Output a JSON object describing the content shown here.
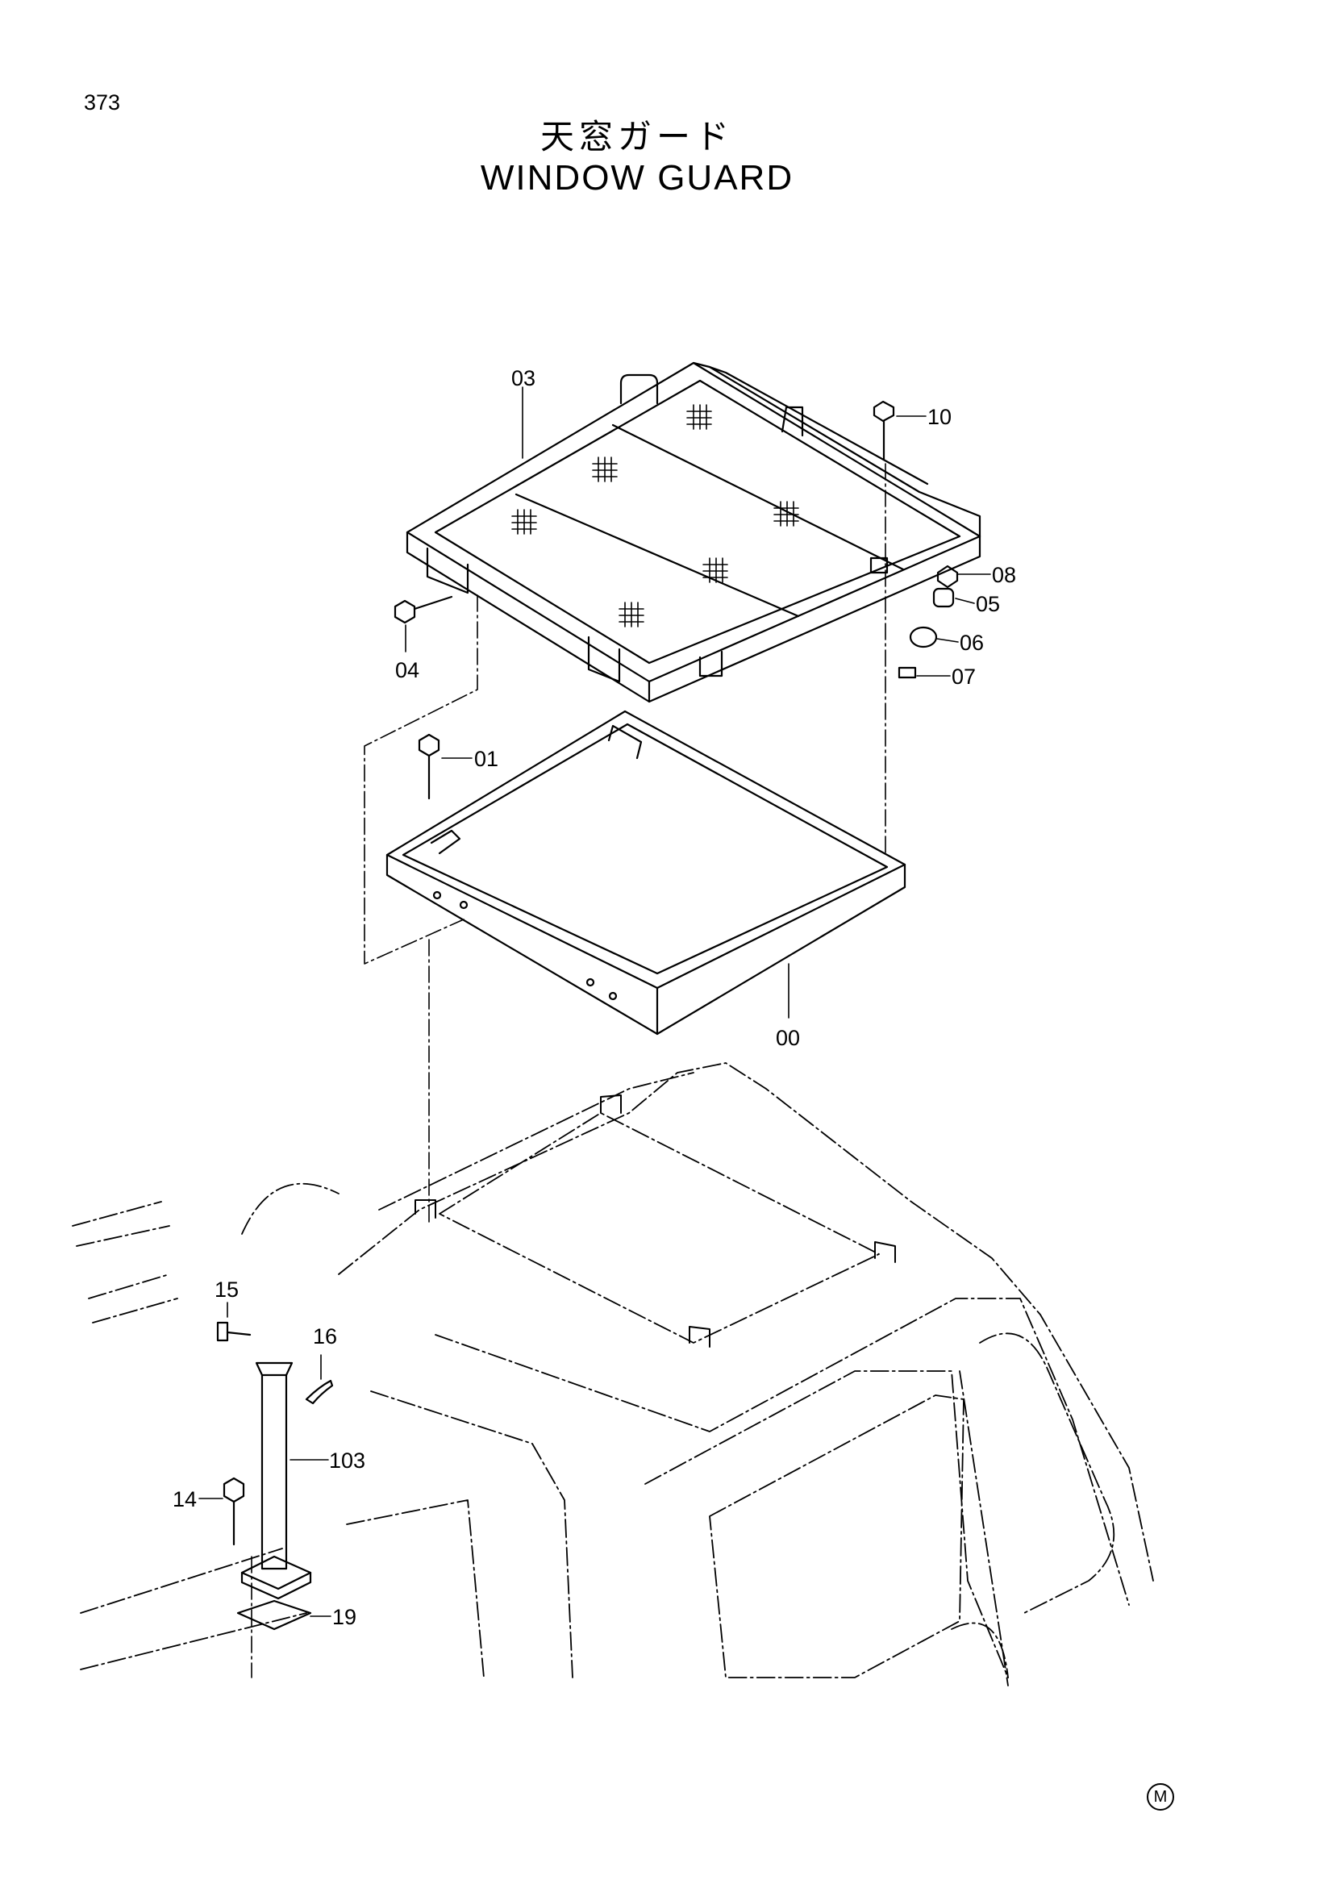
{
  "page": {
    "number": "373"
  },
  "title": {
    "japanese": "天窓ガード",
    "english": "WINDOW GUARD"
  },
  "parts": [
    {
      "id": "03"
    },
    {
      "id": "10"
    },
    {
      "id": "08"
    },
    {
      "id": "05"
    },
    {
      "id": "06"
    },
    {
      "id": "07"
    },
    {
      "id": "04"
    },
    {
      "id": "01"
    },
    {
      "id": "00"
    },
    {
      "id": "15"
    },
    {
      "id": "16"
    },
    {
      "id": "103"
    },
    {
      "id": "14"
    },
    {
      "id": "19"
    }
  ],
  "mark": "M"
}
